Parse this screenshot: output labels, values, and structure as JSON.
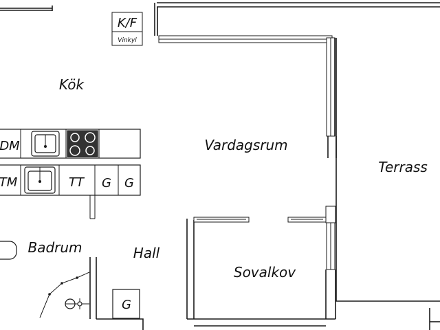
{
  "rooms": {
    "kitchen": "Kök",
    "living_room": "Vardagsrum",
    "terrace": "Terrass",
    "bathroom": "Badrum",
    "hall": "Hall",
    "sleeping_alcove": "Sovalkov"
  },
  "fixtures": {
    "washer_dryer": "K/F",
    "vinyl": "Vinkyl",
    "microwave": "DM",
    "dishwasher": "TM",
    "dryer": "TT",
    "cabinet_1": "G",
    "cabinet_2": "G",
    "hall_cabinet": "G"
  },
  "colors": {
    "wall": "#1a1a1a",
    "stove": "#333333",
    "background": "#ffffff"
  }
}
